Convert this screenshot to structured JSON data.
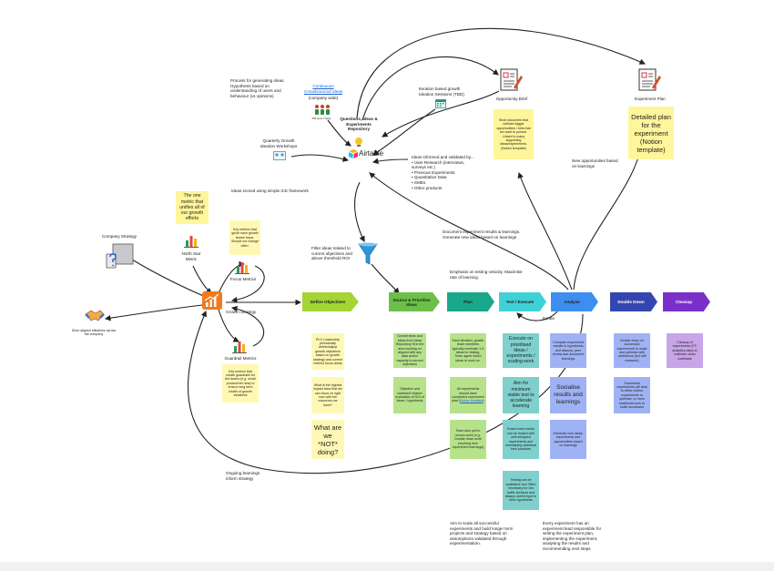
{
  "labels": {
    "process_ideas": "Process for generating ideas. Hypothesis based on understanding of users and behaviour (vs opinions)",
    "crowdsourced_link": "Continuous Crowdsourced Ideas",
    "company_wide": "(company wide)",
    "pm_sub": "PM Gets Triage",
    "repository": "Questions, Ideas & Experiments Repository",
    "airtable": "Airtable",
    "quarterly_workshops": "Quarterly Growth Ideation Workshops",
    "iteration_sessions": "Iteration based growth Ideation Sessions (TBD)",
    "ideas_informed": "Ideas informed and validated by...",
    "ideas_sources": [
      "User Research (interviews, surveys etc.)",
      "Previous Experiments",
      "Quantitative Data",
      "SMEs",
      "Other products"
    ],
    "opportunity_brief": "Opportunity Brief",
    "experiment_plan": "Experiment Plan",
    "ice_framework": "Ideas scored using simple ICE framework",
    "company_strategy": "Company Strategy",
    "north_star": "North Star Metric",
    "focus_metrics": "Focus Metrics",
    "guardrail_metrics": "Guardrail Metrics",
    "growth_strategy": "Growth Strategy",
    "drive_aligned": "Drive aligned initiatives across the company",
    "filter_ideas": "Filter ideas related to current objectives and above threshold ROI",
    "emphasis": "Emphasis on testing velocity. Maximise rate of learning.",
    "document_results": "Document experiment results & learnings. Generate new ideas based on learnings",
    "new_opportunities": "New opportunities based on learnings",
    "iterate": "Iterate",
    "ongoing_learnings": "Ongoing learnings inform strategy",
    "aim_scale": "Aim to scale all successful experiments and build longer term projects and strategy based on assumptions validated through experimentation.",
    "every_experiment": "Every experiment has an experiment lead responsible for writing the experiment plan, implementing the experiment, analysing the results and recommending next steps"
  },
  "stages": [
    "Define Objectives",
    "Source & Prioritise Ideas",
    "Plan",
    "Test / Execute",
    "Analyse",
    "Double Down",
    "Cleanup"
  ],
  "notes": {
    "one_metric": "The one metric that unifies all of our growth efforts",
    "key_metrics": "Key metrics that guide each growth teams focus. Should not change often.",
    "guardrail_desc": "Key metrics that create guardrails for the teams (e.g. small product/net new) to ensure long term health of growth initiatives",
    "opportunity_desc": "Short document that outlines bigger opportunities / bets that we want to pursue. Linked to many supporting ideas/experiments. (Notion template)",
    "plan_desc": "Detailed plan for the experiment (Notion template)",
    "define_1": "PLG Leadership periodically define/adjust growth objectives based on growth strategy and current metrics focus areas",
    "define_2": "What is the highest impact area that we can focus on right now with the resources we have?",
    "define_3": "What are we *NOT* doing?",
    "source_1": "Growth team and ideas from Ideas Repository fit in the area working on aligned with any data and/or capacity to current objectives",
    "source_2": "Objective and unbiased relative evaluation of ROI of ideas / hypothesis",
    "plan_1": "Each iteration, growth team members typically nominate 1-3 ideas for testing. Team agree which ideas to work on.",
    "plan_2a": "All experiments should have completed experiment plan (",
    "plan_2_link": "Notion template",
    "plan_2b": ")",
    "plan_3": "Team also pull in known work (e.g. Double down work resulting from experiment learnings)",
    "test_1": "Execute on prioritised ideas / experiments / scaling work",
    "test_2": "Aim for minimum viable test to accelerate learning",
    "test_3": "Ensure test results can be trusted with well designed experiments and maintaining statistical best practices",
    "test_4": "Testing can be qualitative too! Often necessary for low traffic surfaces and always useful input to drive hypothesis",
    "analyse_1": "Compare experiment results to hypothesis and discuss, peer review and document learnings",
    "analyse_2": "Socialise results and learnings",
    "analyse_3": "Generate new ideas, experiments and opportunities based on learnings",
    "double_1": "Double down on successful experiments to scale and optimise with confidence (but still measure)",
    "double_2": "Successful experiments will lead to either further experiments to optimise, or more traditional work to scale successes",
    "cleanup_1": "Cleanup of experiments (FF, analytics data) to maintain clean codebase"
  },
  "colors": {
    "define": "#a3d534",
    "source": "#6cc04a",
    "plan": "#1aa88a",
    "test": "#3fd1d6",
    "analyse": "#3c8ef0",
    "double": "#3346b0",
    "cleanup": "#7a2fc9",
    "growth_icon": "#f07a1d",
    "bars": [
      "#2b9b52",
      "#e64545",
      "#f0b41d"
    ]
  }
}
